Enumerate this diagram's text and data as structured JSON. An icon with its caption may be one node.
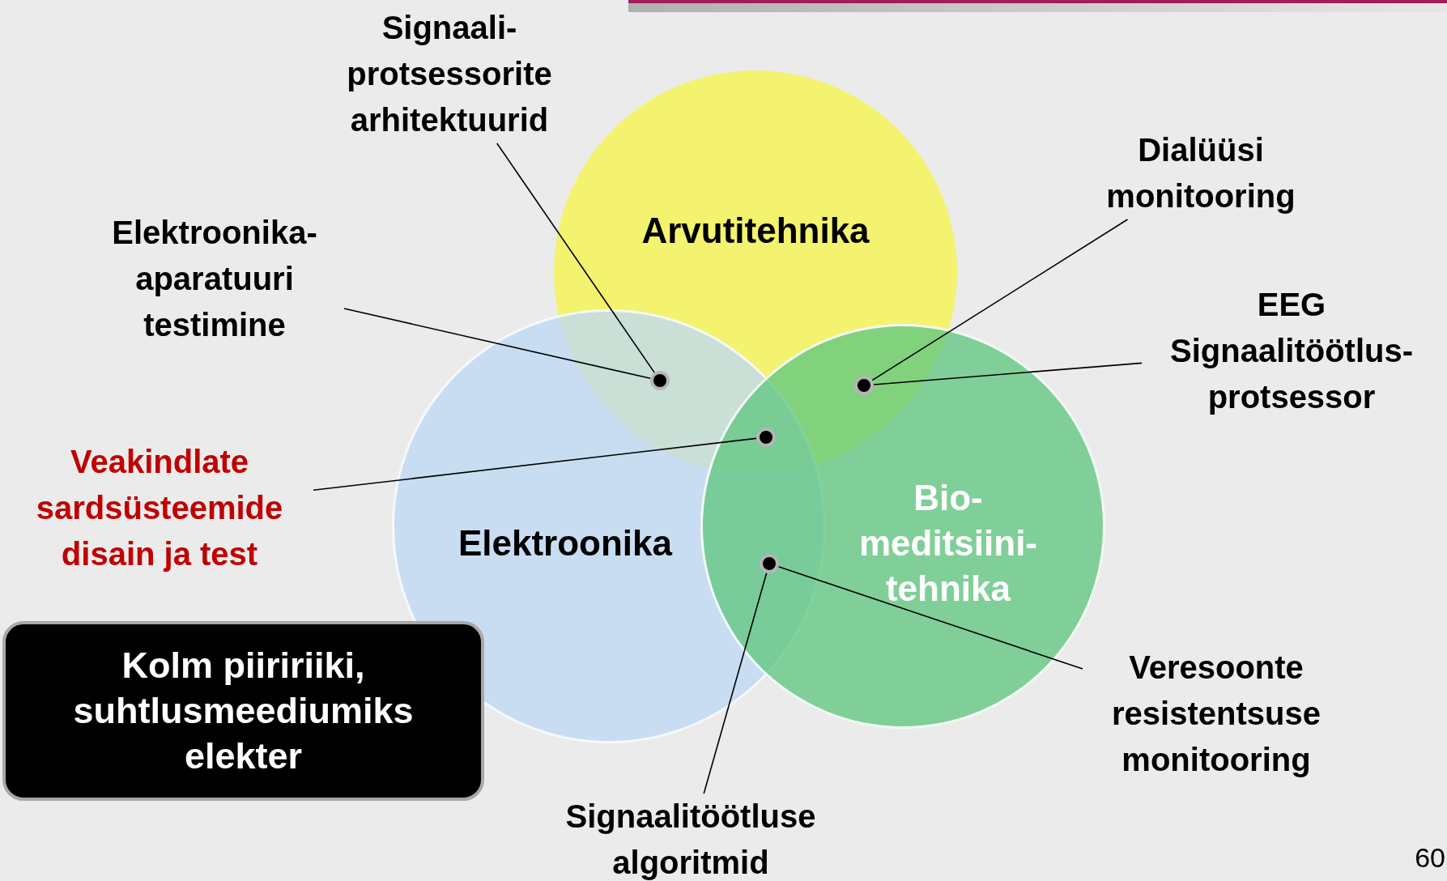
{
  "diagram": {
    "nodes": [
      {
        "text": [
          "Signaali- protsessorite arhitektuurid"
        ]
      },
      {
        "text": [
          "Arvutitehnika"
        ]
      },
      {
        "text": [
          "Dialüüsi monitooring"
        ]
      },
      {
        "text": [
          "Elektroonika- aparatuuri testimine"
        ]
      },
      {
        "text": [
          "EEG Signaalitöötlus- protsessor"
        ]
      },
      {
        "text": [],
        "shape": "circle"
      },
      {
        "text": [],
        "shape": "circle"
      },
      {
        "text": [],
        "shape": "circle"
      },
      {
        "text": [
          "Veakindlate sardsüsteemide disain ja test"
        ]
      },
      {
        "text": [
          "Elektroonika"
        ]
      },
      {
        "text": [
          "Bio- meditsiini- tehnika"
        ]
      },
      {
        "text": [],
        "shape": "circle"
      },
      {
        "text": [
          "Kolm piiririiki, suhtlusmeediumiks elekter"
        ]
      },
      {
        "text": [
          "Veresoonte resistentsuse monitooring"
        ]
      },
      {
        "text": [
          "Signaalitöötluse algoritmid"
        ]
      }
    ],
    "edges": [
      {
        "from": 0,
        "to": 5,
        "arrow": "none"
      },
      {
        "from": 3,
        "to": 5,
        "arrow": "none"
      },
      {
        "from": 2,
        "to": 6,
        "arrow": "none"
      },
      {
        "from": 4,
        "to": 6,
        "arrow": "none"
      },
      {
        "from": 8,
        "to": 7,
        "arrow": "none"
      },
      {
        "from": 13,
        "to": 11,
        "arrow": "none"
      },
      {
        "from": 14,
        "to": 11,
        "arrow": "none"
      }
    ],
    "labels": [
      "60"
    ]
  }
}
